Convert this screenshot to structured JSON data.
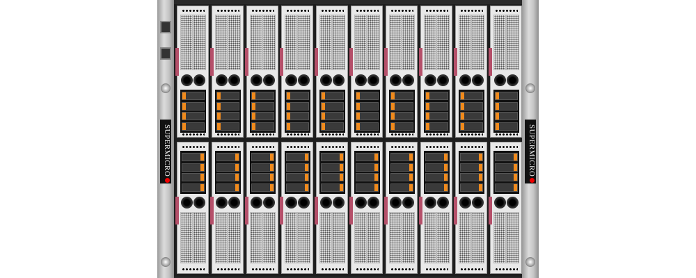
{
  "image": {
    "subject": "Server blade chassis front view",
    "brand_label": "SUPERMICRO",
    "rows": [
      {
        "position": "top",
        "blade_count": 10,
        "layout": [
          "vent",
          "fans",
          "drives"
        ],
        "drives_per_blade": 4
      },
      {
        "position": "bottom",
        "blade_count": 10,
        "layout": [
          "drives",
          "fans",
          "vent"
        ],
        "drives_per_blade": 4
      }
    ],
    "colors": {
      "drive_tab": "#f08a1c",
      "release_handle": "#b5506a",
      "logo_dot": "#e00000",
      "frame": "#c4c4c4"
    }
  }
}
